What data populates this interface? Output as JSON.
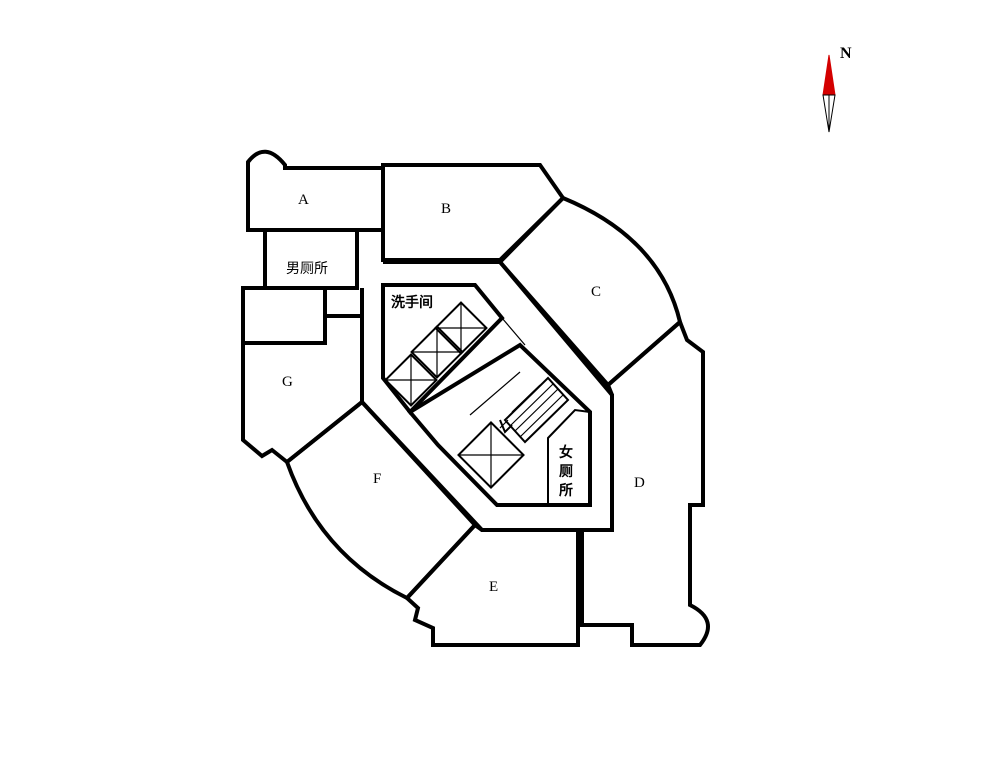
{
  "compass": {
    "label": "N",
    "icon": "north-arrow-icon",
    "arrow_color": "#d40000"
  },
  "units": {
    "a": "A",
    "b": "B",
    "c": "C",
    "d": "D",
    "e": "E",
    "f": "F",
    "g": "G"
  },
  "rooms": {
    "mens_toilet": "男厕所",
    "washroom": "洗手间",
    "womens_toilet_1": "女",
    "womens_toilet_2": "厕",
    "womens_toilet_3": "所"
  },
  "icons": [
    "elevator-icon",
    "stair-icon"
  ]
}
